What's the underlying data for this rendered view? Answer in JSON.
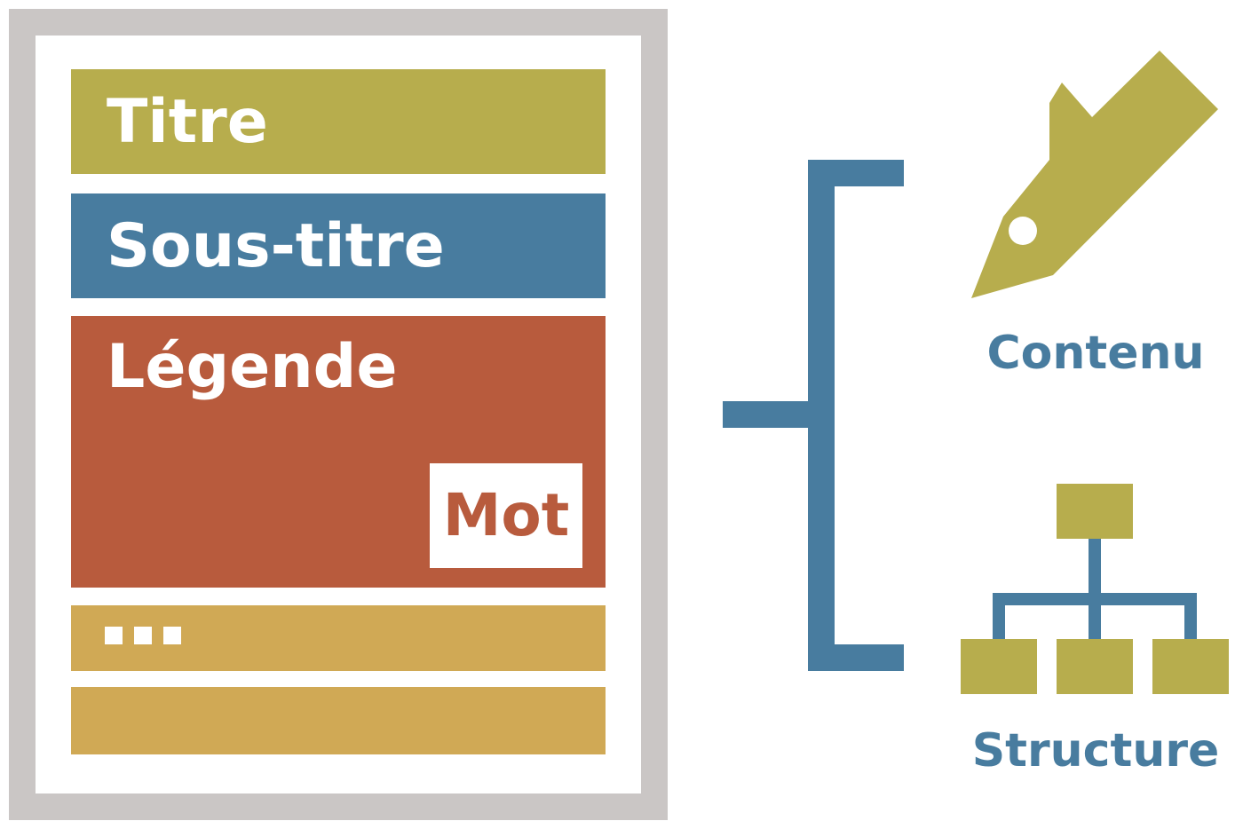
{
  "document": {
    "blocks": {
      "titre": "Titre",
      "sous_titre": "Sous-titre",
      "legende": "Légende",
      "mot": "Mot"
    }
  },
  "labels": {
    "contenu": "Contenu",
    "structure": "Structure"
  },
  "icons": {
    "content": "pen-nib-icon",
    "structure": "org-chart-icon",
    "bracket": "bracket-connector"
  },
  "colors": {
    "olive": "#b7ad4d",
    "blue": "#487c9f",
    "rust": "#b85b3d",
    "ochre": "#d0a955",
    "frame_gray": "#cac6c5"
  }
}
